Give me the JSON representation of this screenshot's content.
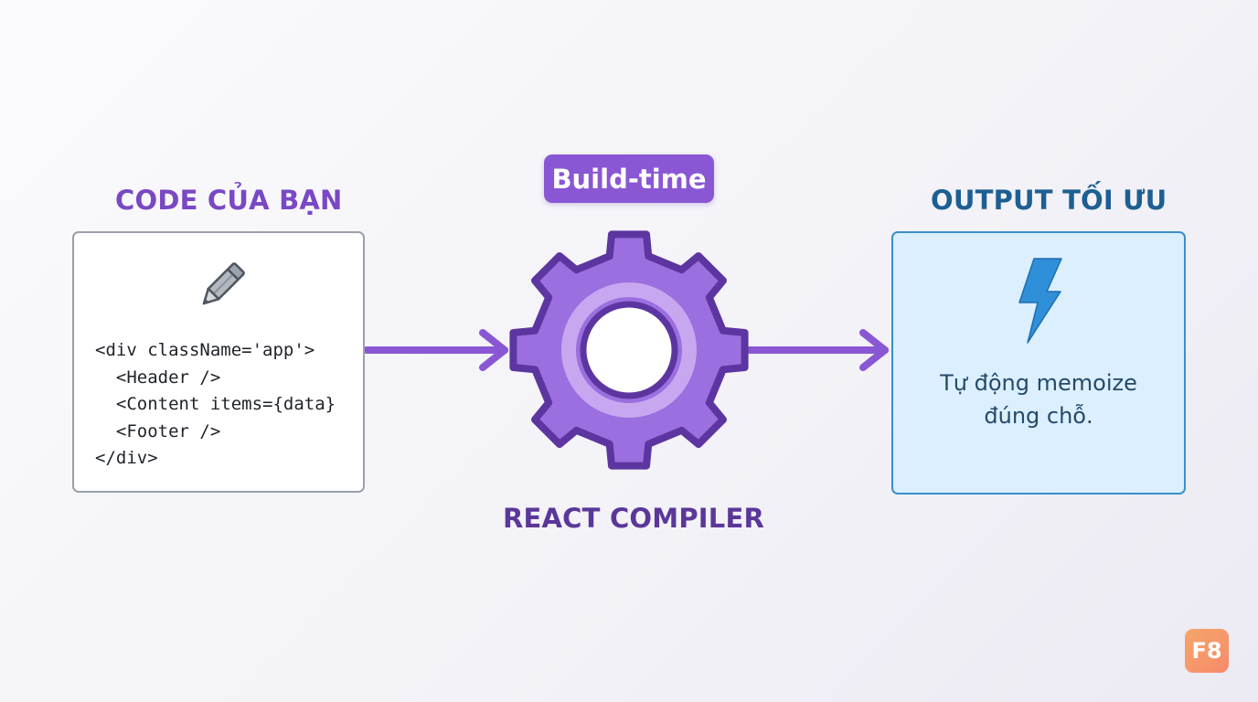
{
  "input": {
    "title": "CODE CỦA BẠN",
    "icon": "pencil-icon",
    "code_lines": [
      "<div className='app'>",
      "  <Header />",
      "  <Content items={data}",
      "  <Footer />",
      "</div>"
    ]
  },
  "compiler": {
    "badge": "Build-time",
    "icon": "gear-icon",
    "title": "REACT COMPILER"
  },
  "output": {
    "title": "OUTPUT TỐI ƯU",
    "icon": "lightning-icon",
    "text_line1": "Tự động memoize",
    "text_line2": "đúng chỗ."
  },
  "brand": {
    "logo_text": "F8"
  },
  "colors": {
    "purple": "#8a57d4",
    "gear_outline": "#5d35a0",
    "blue": "#3a8fc9",
    "lightning": "#2f8fd8"
  }
}
